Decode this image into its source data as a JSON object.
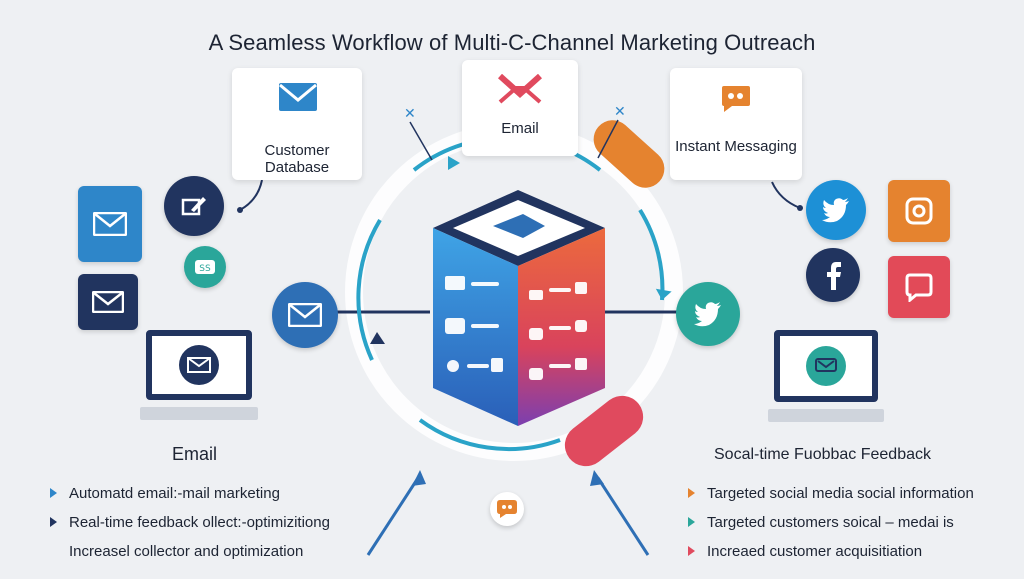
{
  "title": "A Seamless Workflow of Multi-C-Channel Marketing Outreach",
  "cards": {
    "customer_database": "Customer Database",
    "email": "Email",
    "instant_messaging": "Instant Messaging"
  },
  "left_section": {
    "heading": "Email",
    "bullets": [
      "Automatd email:-mail marketing",
      "Real-time feedback ollect:-optimizitiong",
      "Increasel collector and optimization"
    ]
  },
  "right_section": {
    "heading": "Socal-time Fuobbac Feedback",
    "bullets": [
      "Targeted social media social information",
      "Targeted customers soical – medai is",
      "Increaed customer acquisitiation"
    ]
  },
  "colors": {
    "navy": "#21345f",
    "blue": "#2e86c9",
    "orange": "#e5832f",
    "red": "#e04a5e",
    "teal": "#2aa69a",
    "twitter": "#1d90d6",
    "pink": "#e24a58"
  },
  "icons": [
    "envelope-icon",
    "chat-icon",
    "twitter-icon",
    "facebook-icon",
    "instagram-icon",
    "refresh-icon"
  ]
}
